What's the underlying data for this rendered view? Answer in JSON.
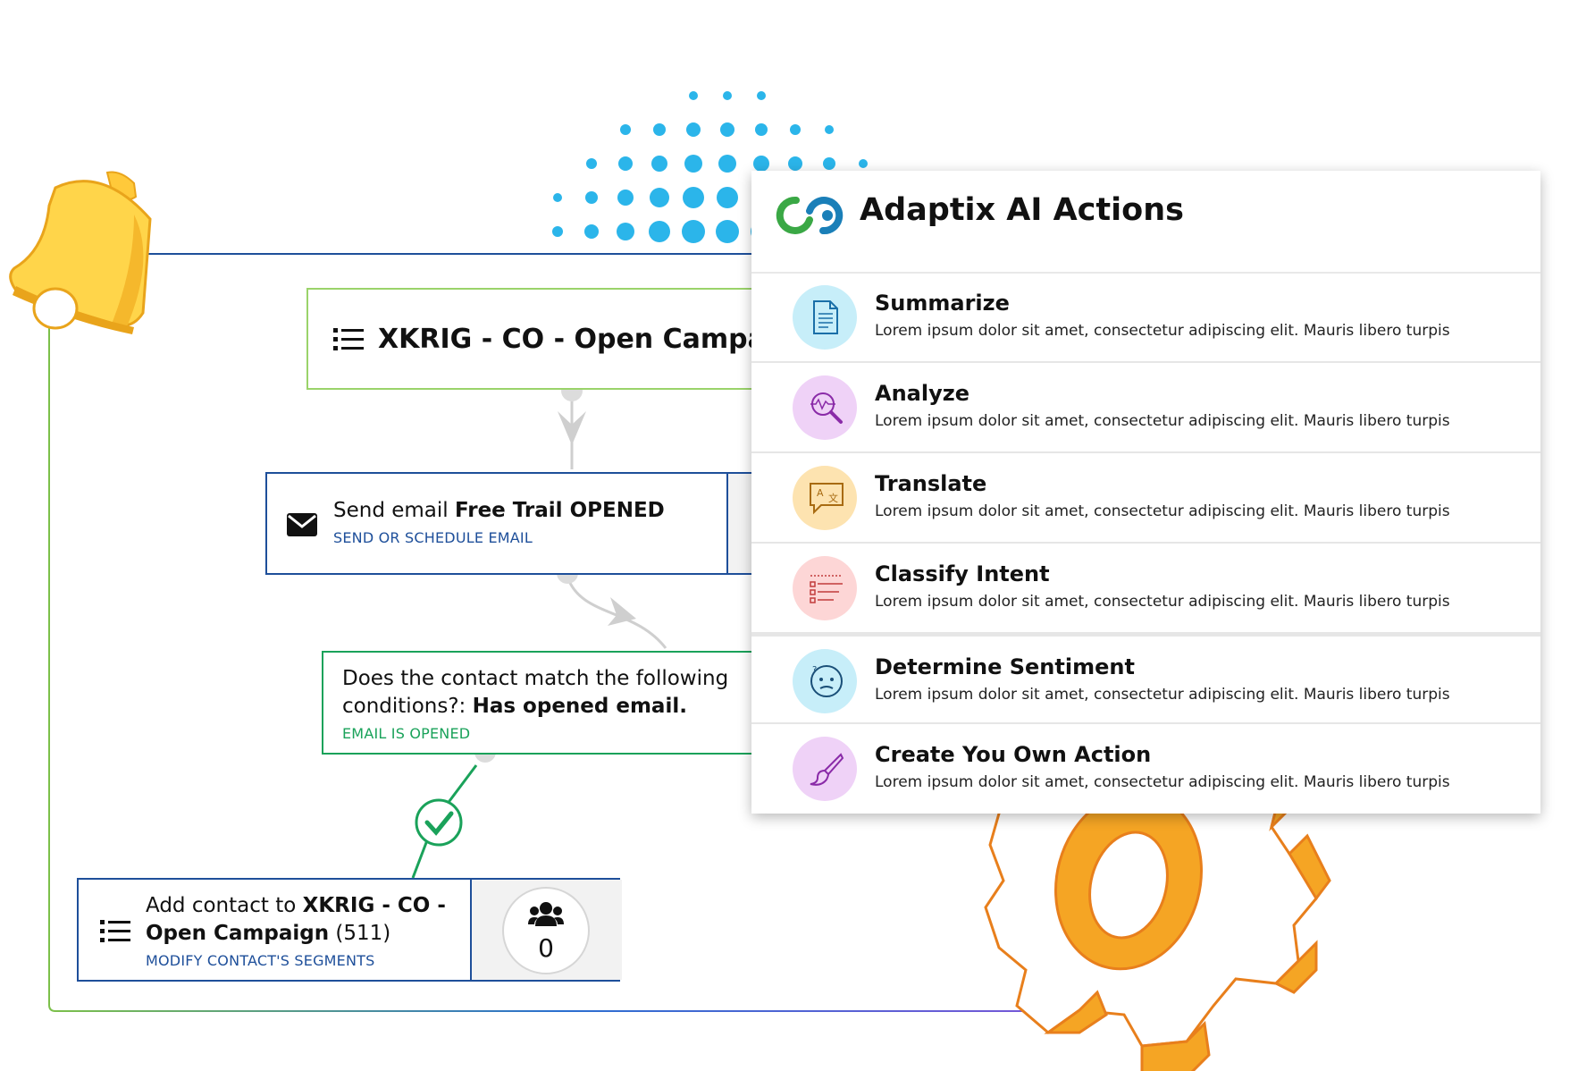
{
  "flow": {
    "campaign_title": "XKRIG - CO - Open Campaign",
    "send_email": {
      "prefix": "Send email ",
      "name": "Free Trail OPENED",
      "sub": "SEND OR SCHEDULE EMAIL"
    },
    "condition": {
      "line1": "Does the contact match the following",
      "line2_prefix": "conditions?: ",
      "line2_bold": "Has opened email.",
      "sub": "EMAIL IS OPENED"
    },
    "add_contact": {
      "prefix": "Add contact to ",
      "bold1": "XKRIG - CO -",
      "bold2": "Open Campaign",
      "count": " (511)",
      "sub": "MODIFY CONTACT'S SEGMENTS",
      "badge_value": "0"
    }
  },
  "panel": {
    "title": "Adaptix AI Actions",
    "actions": [
      {
        "name": "Summarize",
        "desc": "Lorem ipsum dolor sit amet, consectetur adipiscing elit. Mauris libero turpis",
        "icon": "document-icon",
        "color": "#c7eef9"
      },
      {
        "name": "Analyze",
        "desc": "Lorem ipsum dolor sit amet, consectetur adipiscing elit. Mauris libero turpis",
        "icon": "magnifier-chart-icon",
        "color": "#efd2f7"
      },
      {
        "name": "Translate",
        "desc": "Lorem ipsum dolor sit amet, consectetur adipiscing elit. Mauris libero turpis",
        "icon": "translate-icon",
        "color": "#fde3b0"
      },
      {
        "name": "Classify Intent",
        "desc": "Lorem ipsum dolor sit amet, consectetur adipiscing elit. Mauris libero turpis",
        "icon": "list-classify-icon",
        "color": "#fdd6d6"
      },
      {
        "name": "Determine Sentiment",
        "desc": "Lorem ipsum dolor sit amet, consectetur adipiscing elit. Mauris libero turpis",
        "icon": "confused-face-icon",
        "color": "#c7eef9"
      },
      {
        "name": "Create You Own Action",
        "desc": "Lorem ipsum dolor sit amet, consectetur adipiscing elit. Mauris libero turpis",
        "icon": "brush-icon",
        "color": "#efd2f7"
      }
    ]
  },
  "colors": {
    "accent_blue": "#1e4f9a",
    "accent_green": "#1aa25a",
    "node_green_border": "#9ad36a",
    "dot_blue": "#2bb5ea",
    "bell_yellow": "#ffd54a",
    "gear_orange": "#f5a524"
  }
}
